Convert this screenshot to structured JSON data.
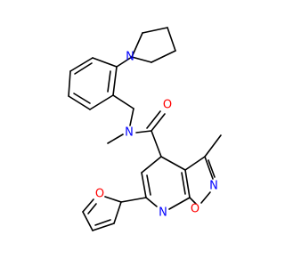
{
  "colors": {
    "background": "#ffffff",
    "bond": "#000000",
    "nitrogen": "#0000ff",
    "oxygen": "#ff0000"
  },
  "atoms": {
    "n_pyrrolidine": "N",
    "n_amide": "N",
    "o_carbonyl": "O",
    "n_isoxazole": "N",
    "o_isoxazole": "O",
    "n_pyridine": "N",
    "o_furan": "O"
  }
}
